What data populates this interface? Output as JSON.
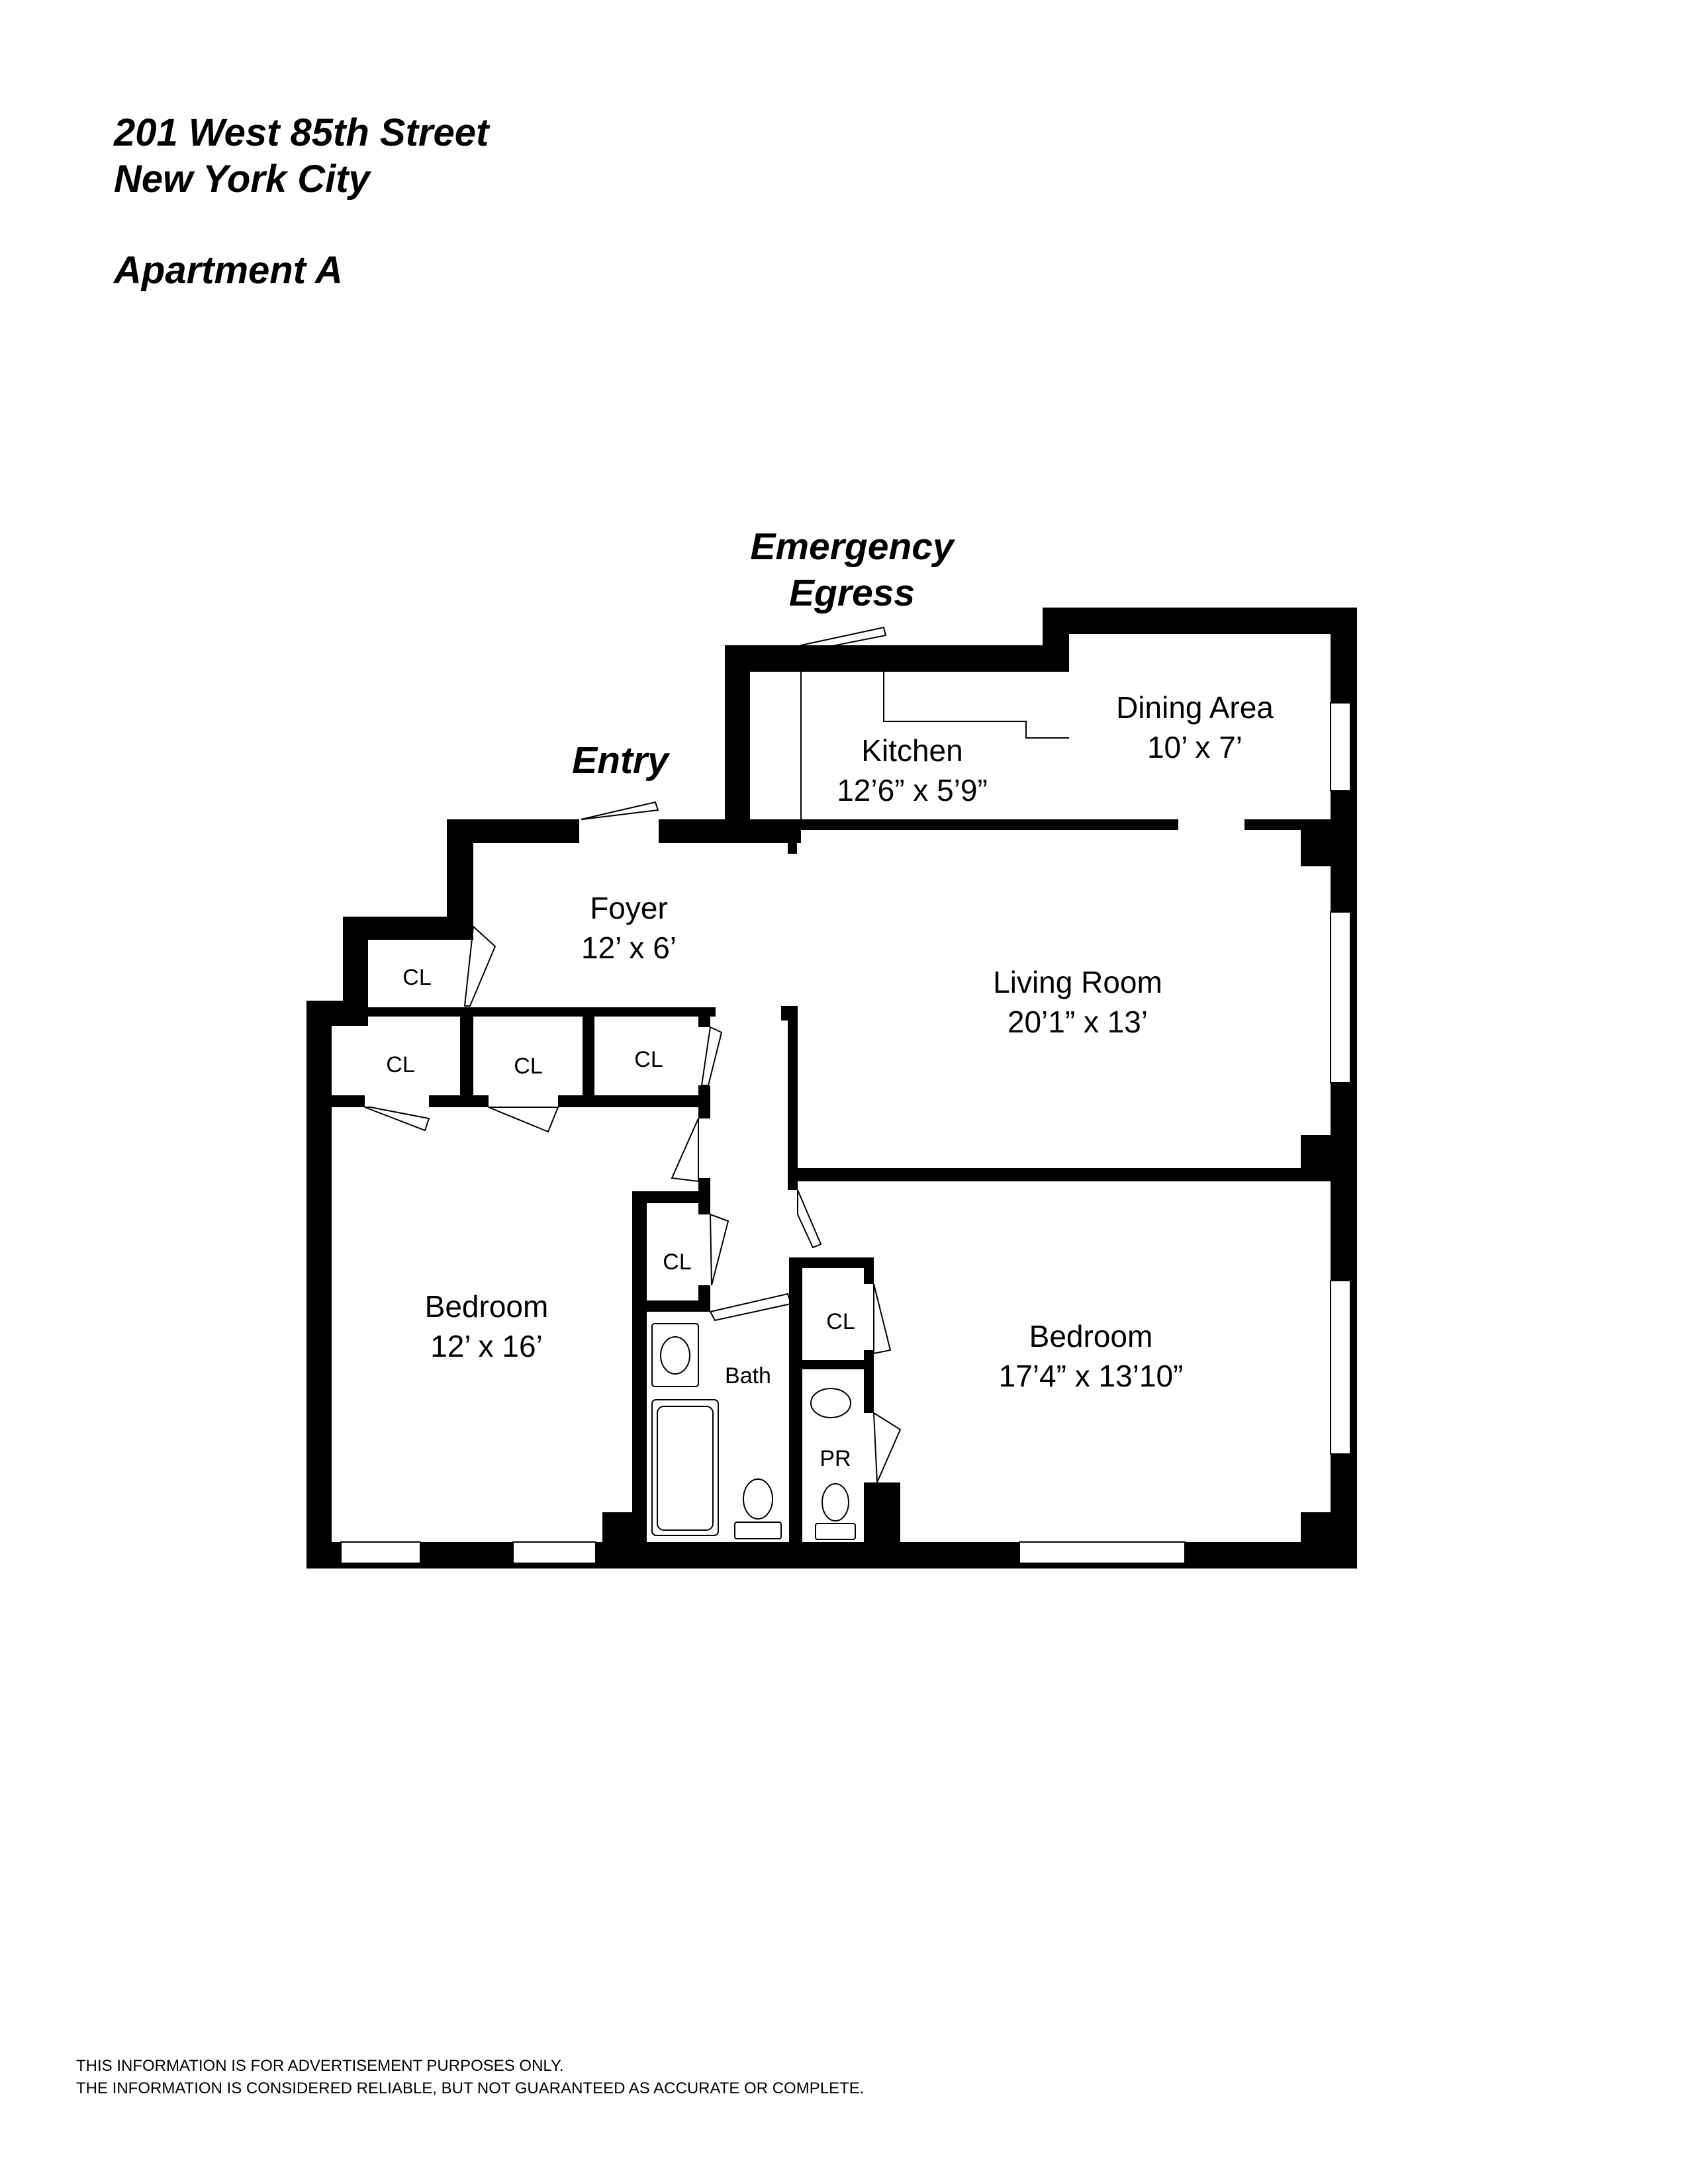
{
  "header": {
    "address": "201 West 85th Street",
    "city": "New York City",
    "unit": "Apartment A"
  },
  "labels": {
    "emergency_line1": "Emergency",
    "emergency_line2": "Egress",
    "entry": "Entry"
  },
  "rooms": {
    "kitchen": {
      "name": "Kitchen",
      "size": "12’6” x 5’9”"
    },
    "dining": {
      "name": "Dining Area",
      "size": "10’ x 7’"
    },
    "foyer": {
      "name": "Foyer",
      "size": "12’ x 6’"
    },
    "living": {
      "name": "Living Room",
      "size": "20’1” x 13’"
    },
    "bedroom_left": {
      "name": "Bedroom",
      "size": "12’ x 16’"
    },
    "bedroom_right": {
      "name": "Bedroom",
      "size": "17’4” x 13’10”"
    },
    "bath": {
      "name": "Bath"
    },
    "powder_room": {
      "name": "PR"
    },
    "closets": [
      "CL",
      "CL",
      "CL",
      "CL",
      "CL",
      "CL"
    ]
  },
  "disclaimer": {
    "line1": "THIS INFORMATION IS FOR ADVERTISEMENT PURPOSES ONLY.",
    "line2": "THE INFORMATION IS CONSIDERED RELIABLE, BUT NOT GUARANTEED AS ACCURATE OR COMPLETE."
  }
}
